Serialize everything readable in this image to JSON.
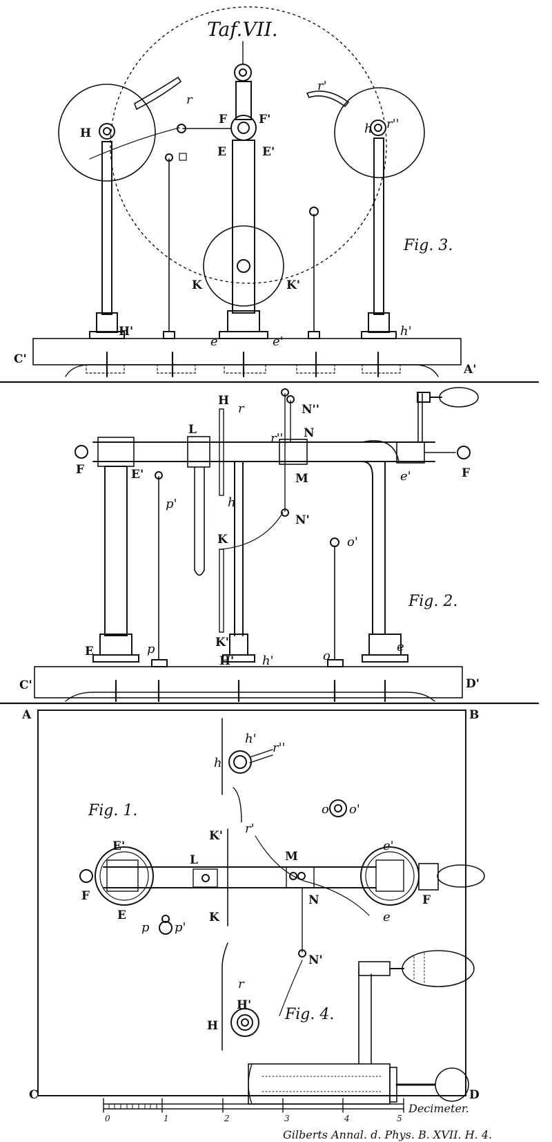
{
  "plate": {
    "title": "Taf.VII.",
    "caption": "Gilberts Annal. d. Phys. B. XVII. H. 4.",
    "scale_unit": "Decimeter.",
    "scale_ticks": [
      "0",
      "1",
      "2",
      "3",
      "4",
      "5"
    ]
  },
  "fig3": {
    "name": "Fig. 3.",
    "labels": {
      "H": "H",
      "h": "h",
      "r": "r",
      "r1": "r'",
      "r2": "r''",
      "F": "F",
      "F1": "F'",
      "E": "E",
      "E1": "E'",
      "K": "K",
      "K1": "K'",
      "H1": "H'",
      "h1": "h'",
      "e": "e",
      "e1": "e'",
      "C1": "C'",
      "A1": "A'"
    }
  },
  "fig2": {
    "name": "Fig. 2.",
    "labels": {
      "H": "H",
      "h": "h",
      "r": "r",
      "r2": "r''",
      "N2": "N''",
      "N": "N",
      "N1": "N'",
      "L": "L",
      "M": "M",
      "F": "F",
      "F_right": "F",
      "E1": "E'",
      "e1": "e'",
      "p1": "p'",
      "p": "p",
      "o1": "o'",
      "o": "o",
      "K": "K",
      "K1": "K'",
      "E": "E",
      "e": "e",
      "H1": "H'",
      "h1": "h'",
      "C1": "C'",
      "D1": "D'"
    }
  },
  "fig1": {
    "name": "Fig. 1.",
    "labels": {
      "A": "A",
      "B": "B",
      "C": "C",
      "D": "D",
      "h": "h",
      "h1": "h'",
      "r2": "r''",
      "r1": "r'",
      "o": "o",
      "o1": "o'",
      "E1": "E'",
      "E": "E",
      "F": "F",
      "F_right": "F",
      "L": "L",
      "K1": "K'",
      "K": "K",
      "M": "M",
      "N": "N",
      "N1": "N'",
      "e1": "e'",
      "e": "e",
      "p": "p",
      "p1": "p'",
      "r": "r",
      "H1": "H'",
      "H": "H"
    }
  },
  "fig4": {
    "name": "Fig. 4."
  }
}
